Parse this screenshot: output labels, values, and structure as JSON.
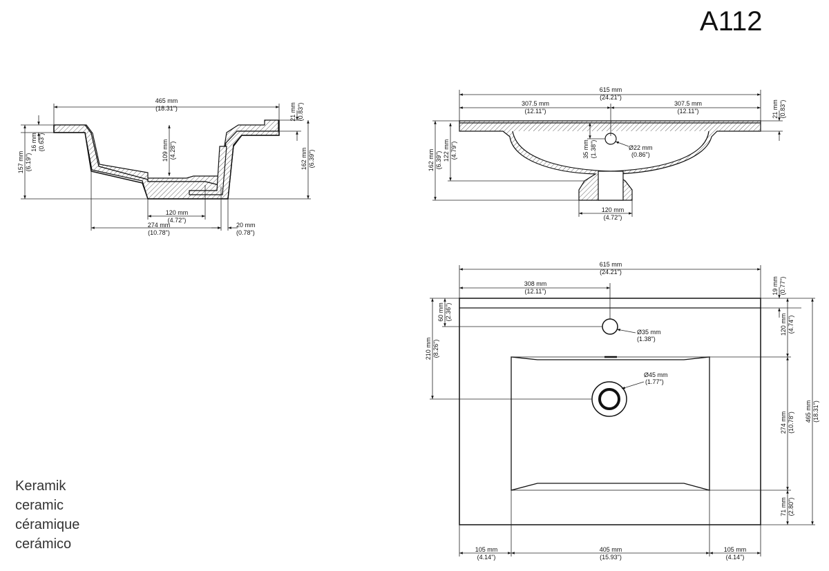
{
  "model": "A112",
  "materials": [
    "Keramik",
    "ceramic",
    "céramique",
    "cerámico"
  ],
  "side_view": {
    "d_465": [
      "465 mm",
      "(18.31\")"
    ],
    "d_21": [
      "21 mm",
      "(0.83\")"
    ],
    "d_109": [
      "109 mm",
      "(4.28\")"
    ],
    "d_157": [
      "157 mm",
      "(6.19\")"
    ],
    "d_16": [
      "16 mm",
      "(0.63\")"
    ],
    "d_162": [
      "162 mm",
      "(6.39\")"
    ],
    "d_120": [
      "120 mm",
      "(4.72\")"
    ],
    "d_274": [
      "274 mm",
      "(10.78\")"
    ],
    "d_20": [
      "20 mm",
      "(0.78\")"
    ]
  },
  "front_view": {
    "d_615": [
      "615 mm",
      "(24.21\")"
    ],
    "d_307a": [
      "307.5 mm",
      "(12.11\")"
    ],
    "d_307b": [
      "307.5 mm",
      "(12.11\")"
    ],
    "d_21": [
      "21 mm",
      "(0.83\")"
    ],
    "d_162": [
      "162 mm",
      "(6.39\")"
    ],
    "d_122": [
      "122 mm",
      "(4.79\")"
    ],
    "d_35": [
      "35 mm",
      "(1.38\")"
    ],
    "d_22": [
      "Ø22 mm",
      "(0.86\")"
    ],
    "d_120": [
      "120 mm",
      "(4.72\")"
    ]
  },
  "top_view": {
    "d_615": [
      "615 mm",
      "(24.21\")"
    ],
    "d_308": [
      "308 mm",
      "(12.11\")"
    ],
    "d_19": [
      "19 mm",
      "(0.77\")"
    ],
    "d_60": [
      "60 mm",
      "(2.36\")"
    ],
    "d_210": [
      "210 mm",
      "(8.26\")"
    ],
    "d_35": [
      "Ø35 mm",
      "(1.38\")"
    ],
    "d_45": [
      "Ø45 mm",
      "(1.77\")"
    ],
    "d_120": [
      "120 mm",
      "(4.74\")"
    ],
    "d_274": [
      "274 mm",
      "(10.78\")"
    ],
    "d_71": [
      "71 mm",
      "(2.80\")"
    ],
    "d_465": [
      "465 mm",
      "(18.31\")"
    ],
    "d_105a": [
      "105 mm",
      "(4.14\")"
    ],
    "d_405": [
      "405 mm",
      "(15.93\")"
    ],
    "d_105b": [
      "105 mm",
      "(4.14\")"
    ]
  }
}
